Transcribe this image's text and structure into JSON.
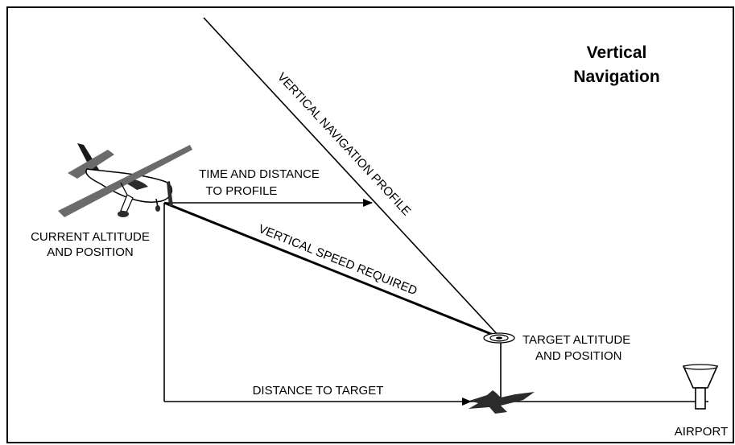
{
  "title": {
    "line1": "Vertical",
    "line2": "Navigation"
  },
  "labels": {
    "current_line1": "CURRENT ALTITUDE",
    "current_line2": "AND POSITION",
    "time_line1": "TIME AND DISTANCE",
    "time_line2": "TO PROFILE",
    "profile": "VERTICAL NAVIGATION PROFILE",
    "vs_required": "VERTICAL SPEED REQUIRED",
    "target_line1": "TARGET ALTITUDE",
    "target_line2": "AND POSITION",
    "distance": "DISTANCE TO TARGET",
    "airport": "AIRPORT"
  },
  "colors": {
    "line": "#000000",
    "aircraft_body": "#ffffff",
    "aircraft_wing": "#6b6b6b",
    "aircraft_tail": "#1a1a1a",
    "shadow": "#2b2b2b"
  }
}
